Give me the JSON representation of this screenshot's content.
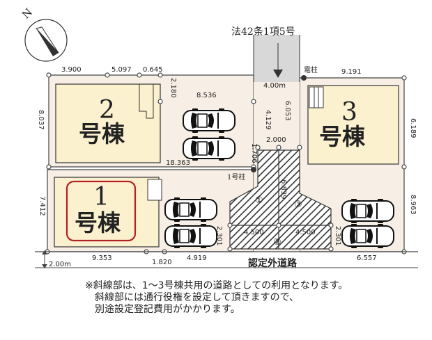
{
  "title_top": "法42条1項5号",
  "road_label": "認定外道路",
  "pole_label": "電柱",
  "pole1_label": "1号柱",
  "lots": [
    {
      "num": "1",
      "kanji": "号棟"
    },
    {
      "num": "2",
      "kanji": "号棟"
    },
    {
      "num": "3",
      "kanji": "号棟"
    }
  ],
  "shared_marks": [
    "①",
    "②",
    "③"
  ],
  "dims": {
    "top_a": "3.900",
    "top_b": "5.097",
    "top_c": "0.645",
    "top_right": "9.191",
    "v_2180": "2.180",
    "mid_8536": "8.536",
    "road_400": "4.00m",
    "v_4129": "4.129",
    "v_6053": "6.053",
    "h_2000": "2.000",
    "v_1706": "1.706",
    "h_18363": "18.363",
    "left_8037": "8.037",
    "right_6189": "6.189",
    "left_7412": "7.412",
    "v_6839": "6.839",
    "right_8963": "8.963",
    "h_4500a": "4.500",
    "h_4500b": "4.500",
    "v_2301a": "2.301",
    "v_2301b": "2.301",
    "bot_200m": "2.00m",
    "bot_9353": "9.353",
    "bot_1820": "1.820",
    "bot_4919": "4.919",
    "bot_6557": "6.557"
  },
  "note_lines": [
    "※斜線部は、1〜3号棟共用の道路としての利用となります。",
    "斜線部には通行役権を設定して頂きますので、",
    "別途設定登記費用がかかります。"
  ],
  "icons": [
    "north-compass-icon",
    "car-icon"
  ]
}
